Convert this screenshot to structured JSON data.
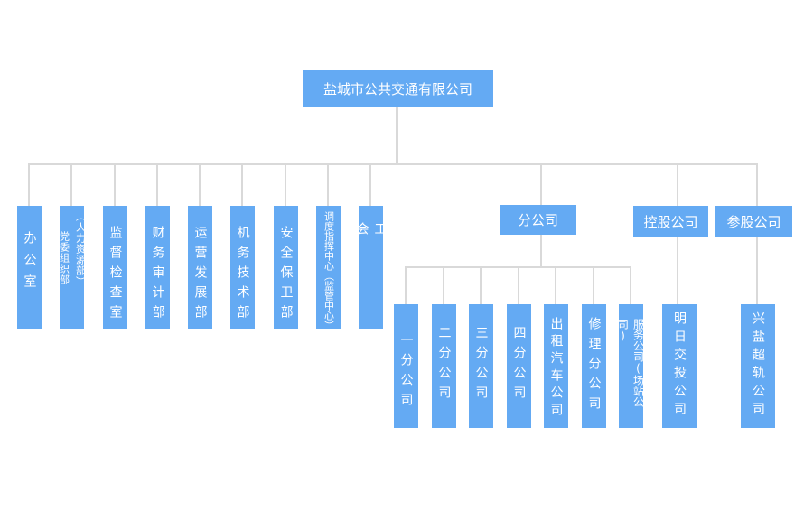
{
  "root": {
    "label": "盐城市公共交通有限公司"
  },
  "departments": [
    {
      "label": "办公室"
    },
    {
      "label_main": "党委组织部",
      "label_sub": "（人力资源部）"
    },
    {
      "label": "监督检查室"
    },
    {
      "label": "财务审计部"
    },
    {
      "label": "运营发展部"
    },
    {
      "label": "机务技术部"
    },
    {
      "label": "安全保卫部"
    },
    {
      "label": "调度指挥中心（监管中心）"
    },
    {
      "label": "工会"
    }
  ],
  "branch_group": {
    "label": "分公司",
    "children": [
      {
        "label": "一分公司"
      },
      {
        "label": "二分公司"
      },
      {
        "label": "三分公司"
      },
      {
        "label": "四分公司"
      },
      {
        "label": "出租汽车公司"
      },
      {
        "label": "修理分公司"
      },
      {
        "label": "服务公司(场站公司)"
      }
    ]
  },
  "holding_group": {
    "label": "控股公司",
    "children": [
      {
        "label": "明日交投公司"
      }
    ]
  },
  "equity_group": {
    "label": "参股公司",
    "children": [
      {
        "label": "兴盐超轨公司"
      }
    ]
  },
  "colors": {
    "box": "#64aaf3",
    "line": "#d9d9d9",
    "text": "#ffffff"
  }
}
